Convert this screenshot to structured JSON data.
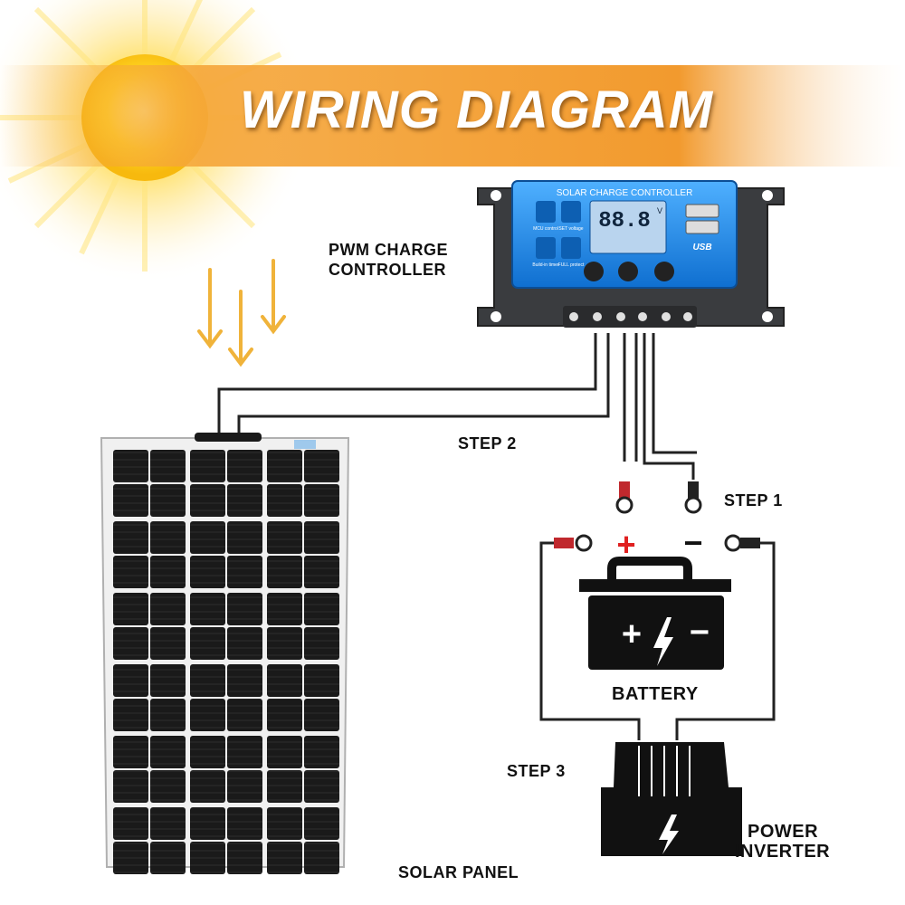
{
  "title": "WIRING DIAGRAM",
  "colors": {
    "banner": "#f2a43a",
    "sun": "#ffd21a",
    "arrow": "#f0b33a",
    "controller_face": "#1d8fe8",
    "wire": "#222222",
    "plus_red": "#e02020"
  },
  "controller": {
    "label_line1": "PWM CHARGE",
    "label_line2": "CONTROLLER",
    "face_title": "SOLAR CHARGE CONTROLLER",
    "display": "88.8",
    "display_unit": "V",
    "usb": "USB",
    "btn_mcu": "MCU control",
    "btn_set": "SET voltage",
    "btn_timer": "Build-in timer",
    "btn_full": "FULL protect"
  },
  "steps": {
    "step1": "STEP 1",
    "step2": "STEP 2",
    "step3": "STEP 3"
  },
  "battery": {
    "label": "BATTERY",
    "plus": "+",
    "minus": "−",
    "plus_terminal": "+",
    "minus_terminal": "−"
  },
  "inverter": {
    "label_line1": "POWER",
    "label_line2": "INVERTER"
  },
  "panel": {
    "label": "SOLAR PANEL"
  }
}
